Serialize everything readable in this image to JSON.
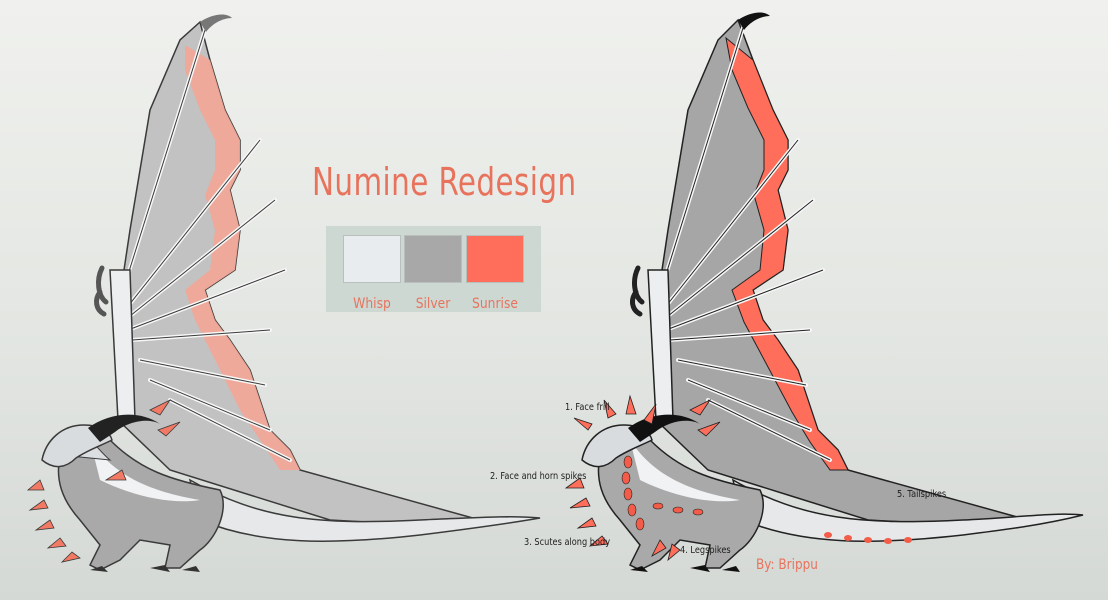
{
  "title": "Numine Redesign",
  "palette": [
    {
      "name": "Whisp",
      "color": "#e9ecef"
    },
    {
      "name": "Silver",
      "color": "#a8a8a9"
    },
    {
      "name": "Sunrise",
      "color": "#fe6e5b"
    }
  ],
  "annotations": [
    {
      "label": "1. Face frill"
    },
    {
      "label": "2. Face and horn spikes"
    },
    {
      "label": "3. Scutes along body"
    },
    {
      "label": "4. Legspikes"
    },
    {
      "label": "5. Tailspikes"
    }
  ],
  "credit": "By: Brippu",
  "illustrations": [
    {
      "name": "dragon-original-design"
    },
    {
      "name": "dragon-redesign"
    }
  ]
}
